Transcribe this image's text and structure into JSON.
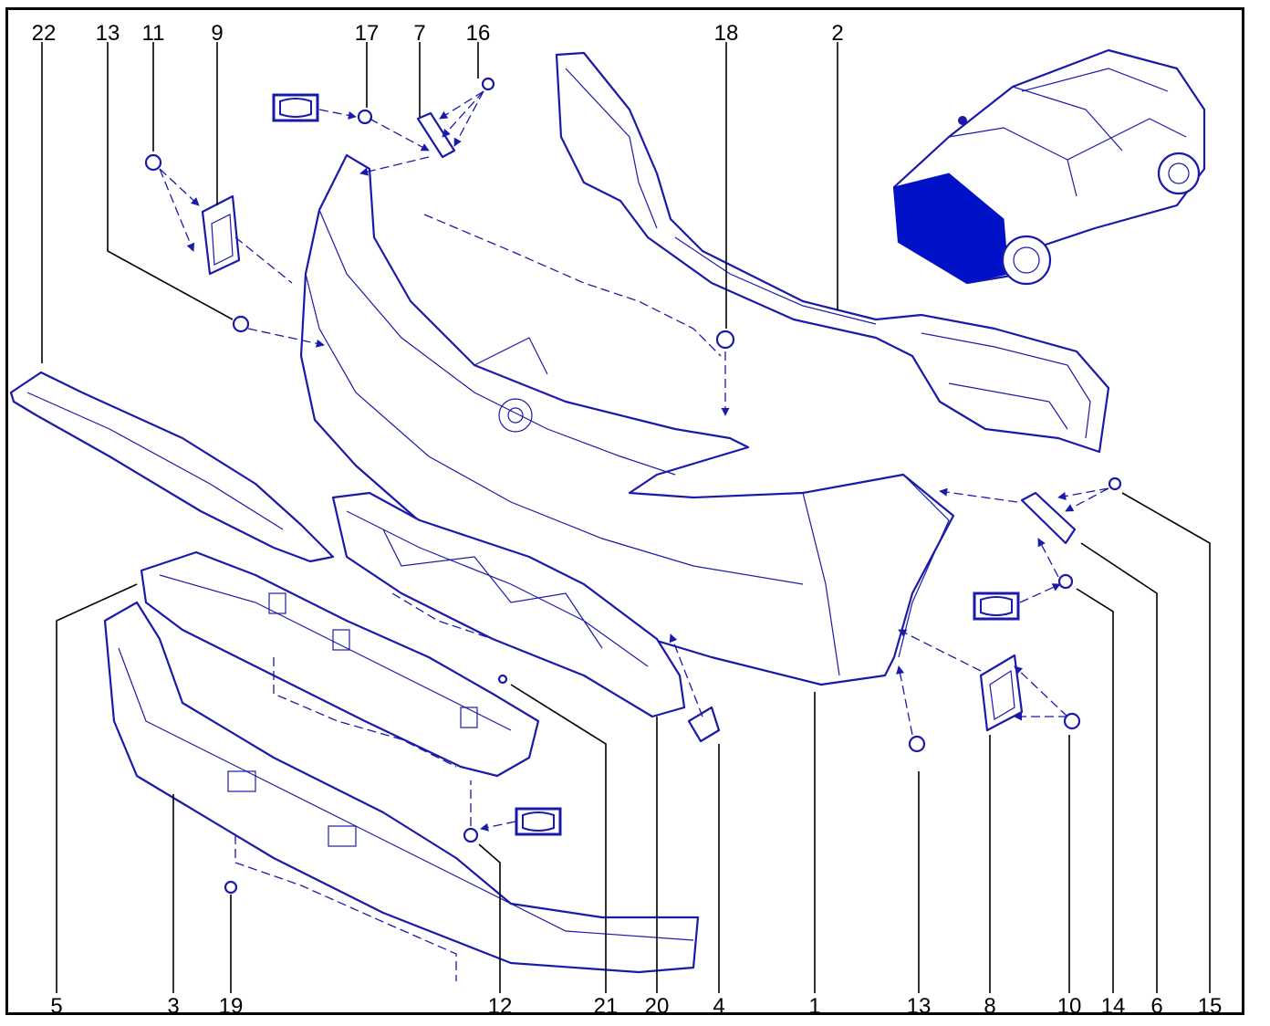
{
  "callouts": {
    "top": [
      "22",
      "13",
      "11",
      "9",
      "17",
      "7",
      "16",
      "18",
      "2"
    ],
    "bottom": [
      "5",
      "3",
      "19",
      "12",
      "21",
      "20",
      "4",
      "1",
      "13",
      "8",
      "10",
      "14",
      "6",
      "15"
    ]
  },
  "colors": {
    "lines": "#1a1aa8",
    "highlight": "#0012c8",
    "text": "#000000",
    "background": "#ffffff"
  },
  "icons": [
    "sealant-symbol-icon",
    "vehicle-locator-icon"
  ]
}
